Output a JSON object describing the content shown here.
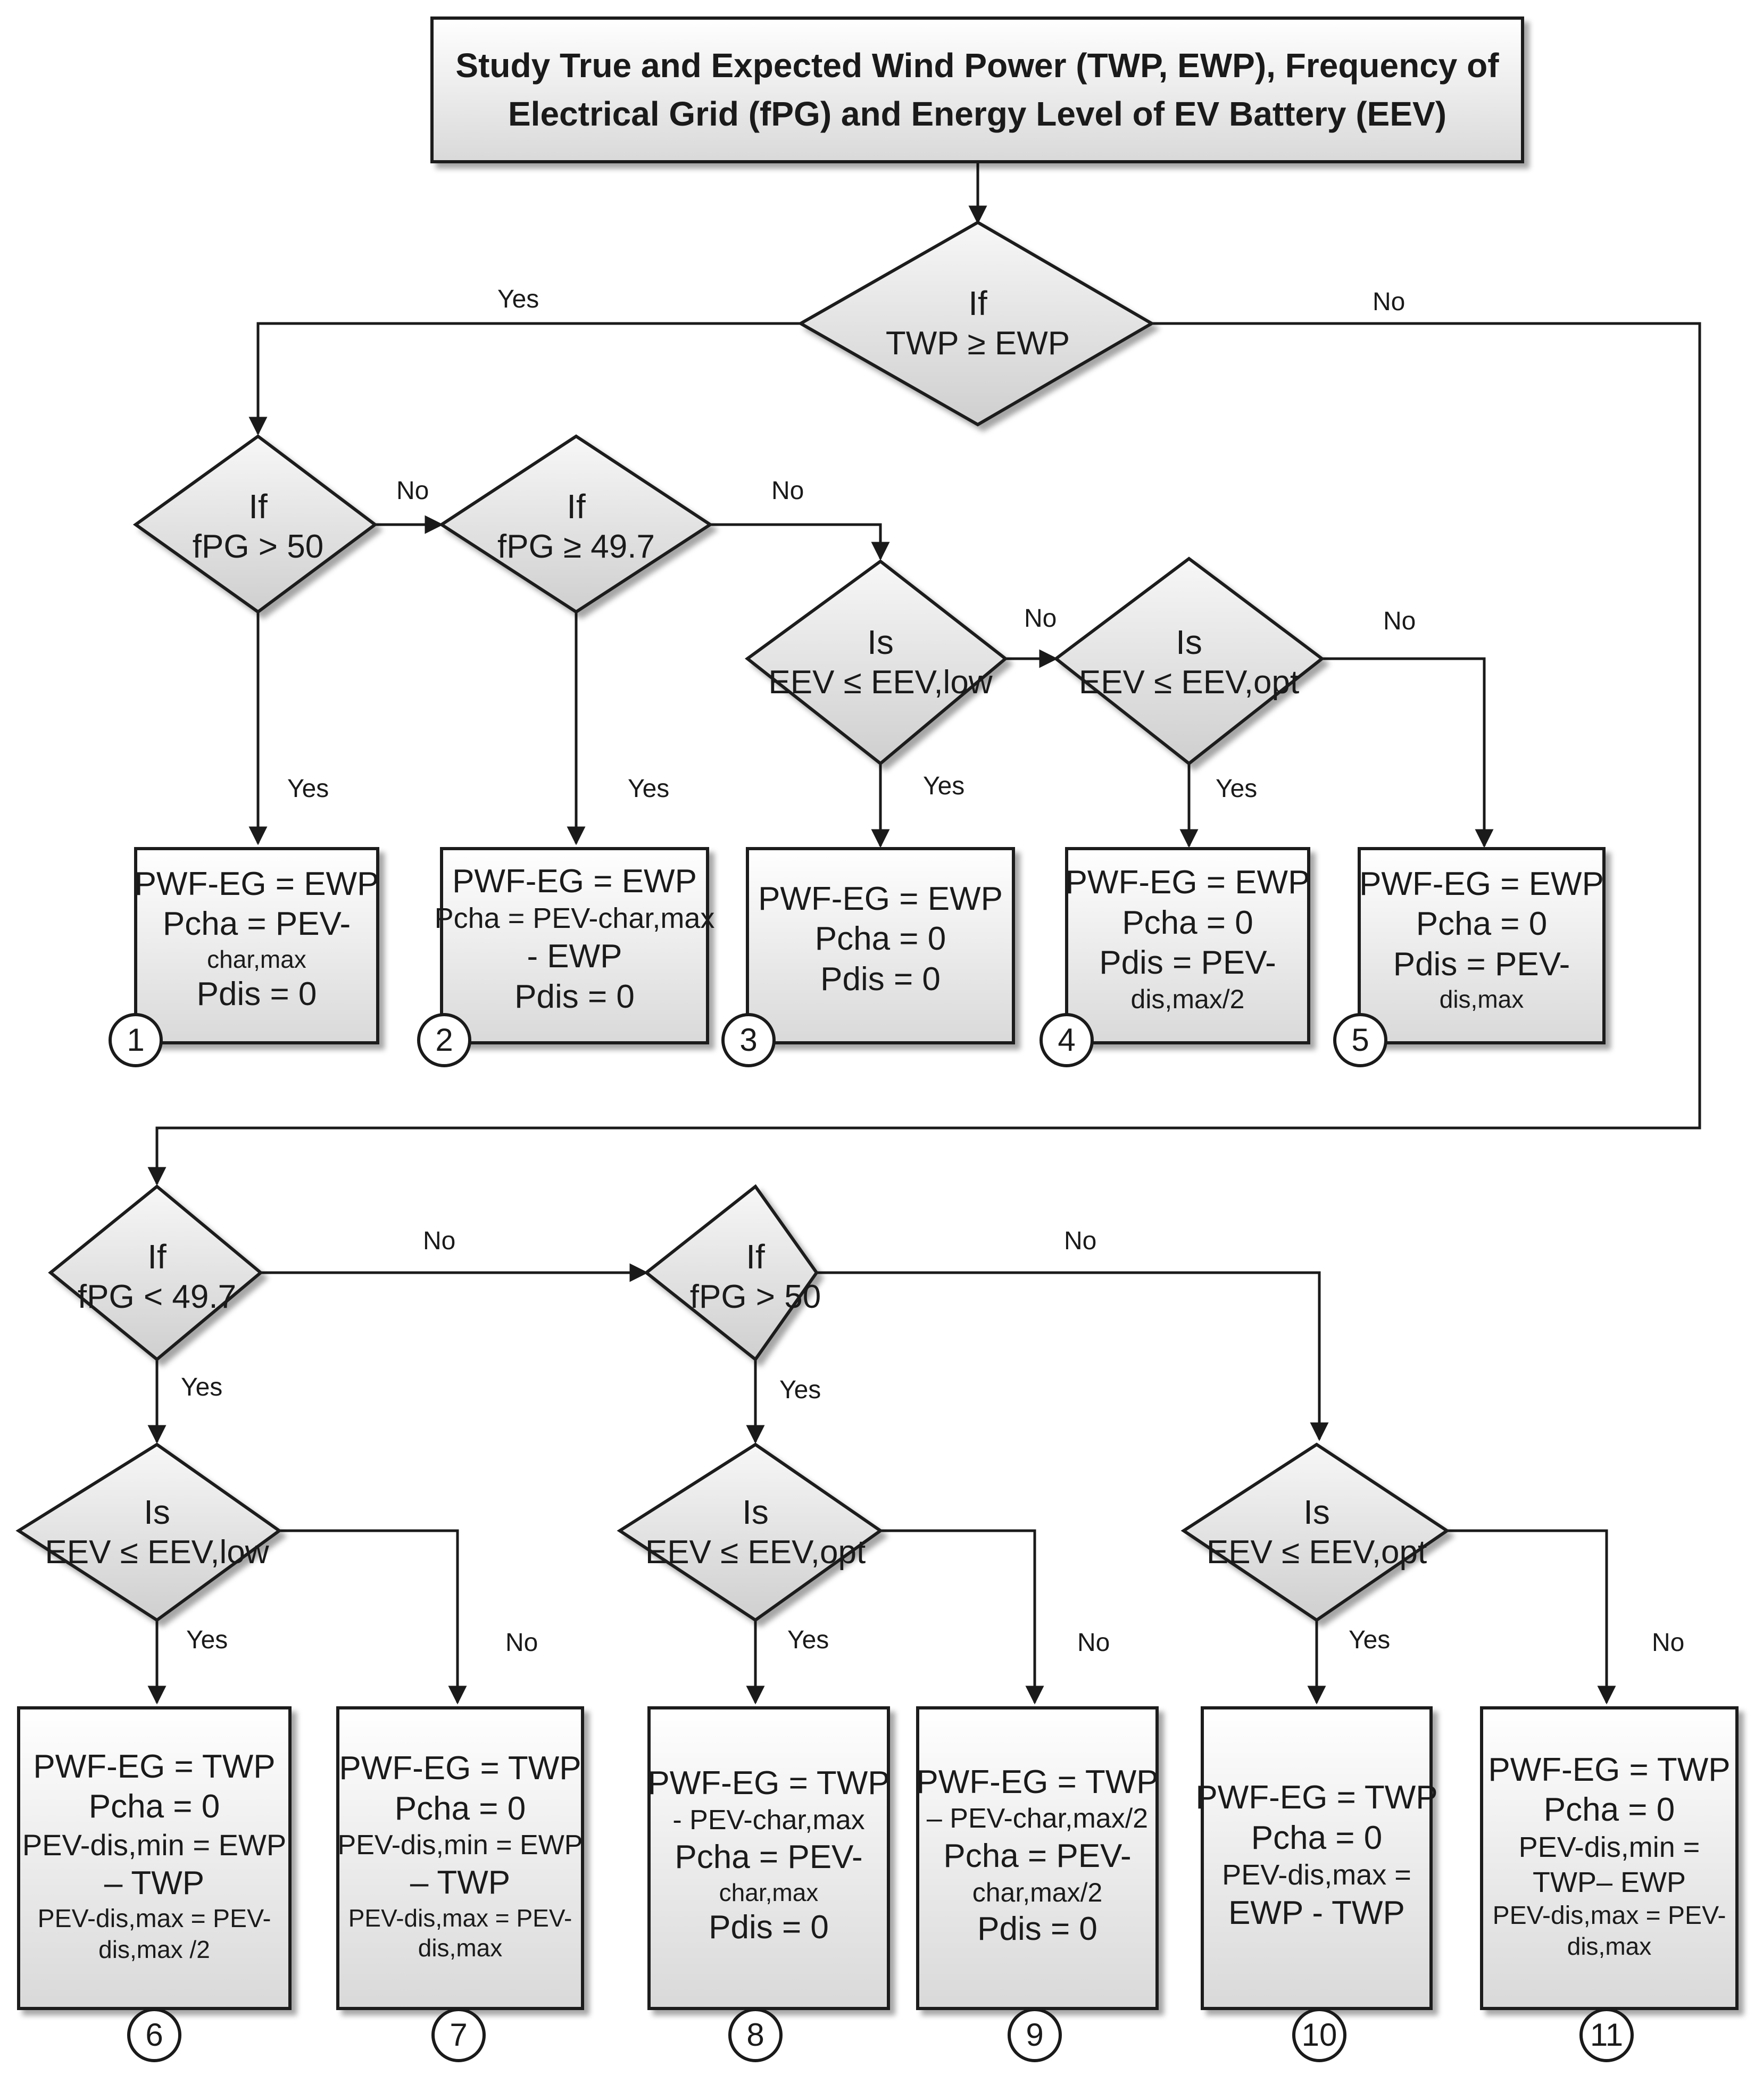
{
  "title": {
    "line1": "Study True and Expected Wind Power (TWP, EWP), Frequency of",
    "line2": "Electrical Grid (fPG) and Energy Level of EV Battery (EEV)"
  },
  "decisions": {
    "d0": {
      "q": "If",
      "cond": "TWP ≥ EWP"
    },
    "d1": {
      "q": "If",
      "cond": "fPG > 50"
    },
    "d2": {
      "q": "If",
      "cond": "fPG ≥ 49.7"
    },
    "d3": {
      "q": "Is",
      "cond": "EEV ≤ EEV,low"
    },
    "d4": {
      "q": "Is",
      "cond": "EEV ≤ EEV,opt"
    },
    "d5": {
      "q": "If",
      "cond": "fPG < 49.7"
    },
    "d6": {
      "q": "If",
      "cond": "fPG > 50"
    },
    "d7": {
      "q": "Is",
      "cond": "EEV ≤ EEV,low"
    },
    "d8": {
      "q": "Is",
      "cond": "EEV ≤ EEV,opt"
    },
    "d9": {
      "q": "Is",
      "cond": "EEV ≤ EEV,opt"
    }
  },
  "actions": [
    {
      "num": "1",
      "lines": [
        "PWF-EG = EWP",
        "Pcha = PEV-",
        "char,max",
        "Pdis = 0"
      ]
    },
    {
      "num": "2",
      "lines": [
        "PWF-EG = EWP",
        "Pcha = PEV-char,max",
        "- EWP",
        "Pdis = 0"
      ]
    },
    {
      "num": "3",
      "lines": [
        "PWF-EG = EWP",
        "Pcha = 0",
        "Pdis = 0"
      ]
    },
    {
      "num": "4",
      "lines": [
        "PWF-EG = EWP",
        "Pcha = 0",
        "Pdis = PEV-",
        "dis,max/2"
      ]
    },
    {
      "num": "5",
      "lines": [
        "PWF-EG = EWP",
        "Pcha = 0",
        "Pdis = PEV-",
        "dis,max"
      ]
    },
    {
      "num": "6",
      "lines": [
        "PWF-EG = TWP",
        "Pcha = 0",
        "PEV-dis,min = EWP",
        "– TWP",
        "PEV-dis,max = PEV-",
        "dis,max /2"
      ]
    },
    {
      "num": "7",
      "lines": [
        "PWF-EG = TWP",
        "Pcha = 0",
        "PEV-dis,min = EWP",
        "– TWP",
        "PEV-dis,max = PEV-",
        "dis,max"
      ]
    },
    {
      "num": "8",
      "lines": [
        "PWF-EG = TWP",
        "- PEV-char,max",
        "Pcha = PEV-",
        "char,max",
        "Pdis = 0"
      ]
    },
    {
      "num": "9",
      "lines": [
        "PWF-EG = TWP",
        "– PEV-char,max/2",
        "Pcha = PEV-",
        "char,max/2",
        "Pdis = 0"
      ]
    },
    {
      "num": "10",
      "lines": [
        "PWF-EG = TWP",
        "Pcha = 0",
        "PEV-dis,max =",
        "EWP - TWP"
      ]
    },
    {
      "num": "11",
      "lines": [
        "PWF-EG = TWP",
        "Pcha = 0",
        "PEV-dis,min =",
        "TWP– EWP",
        "PEV-dis,max = PEV-",
        "dis,max"
      ]
    }
  ],
  "labels": {
    "yes": "Yes",
    "no": "No"
  }
}
